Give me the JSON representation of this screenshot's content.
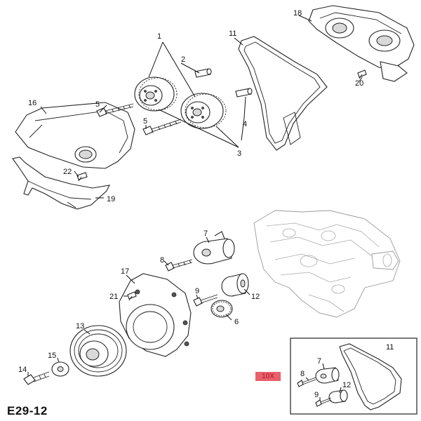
{
  "diagram_code": "E29-12",
  "quantity_badge": {
    "text": "10X",
    "color": "#e8616b"
  },
  "callouts": {
    "c1": "1",
    "c2": "2",
    "c3": "3",
    "c4": "4",
    "c5a": "5",
    "c5b": "5",
    "c16": "16",
    "c11": "11",
    "c18": "18",
    "c20": "20",
    "c22": "22",
    "c19": "19",
    "c7": "7",
    "c8": "8",
    "c17": "17",
    "c9": "9",
    "c12": "12",
    "c21": "21",
    "c6": "6",
    "c13": "13",
    "c15": "15",
    "c14": "14",
    "inset_11": "11",
    "inset_7": "7",
    "inset_8": "8",
    "inset_12": "12",
    "inset_9": "9"
  }
}
